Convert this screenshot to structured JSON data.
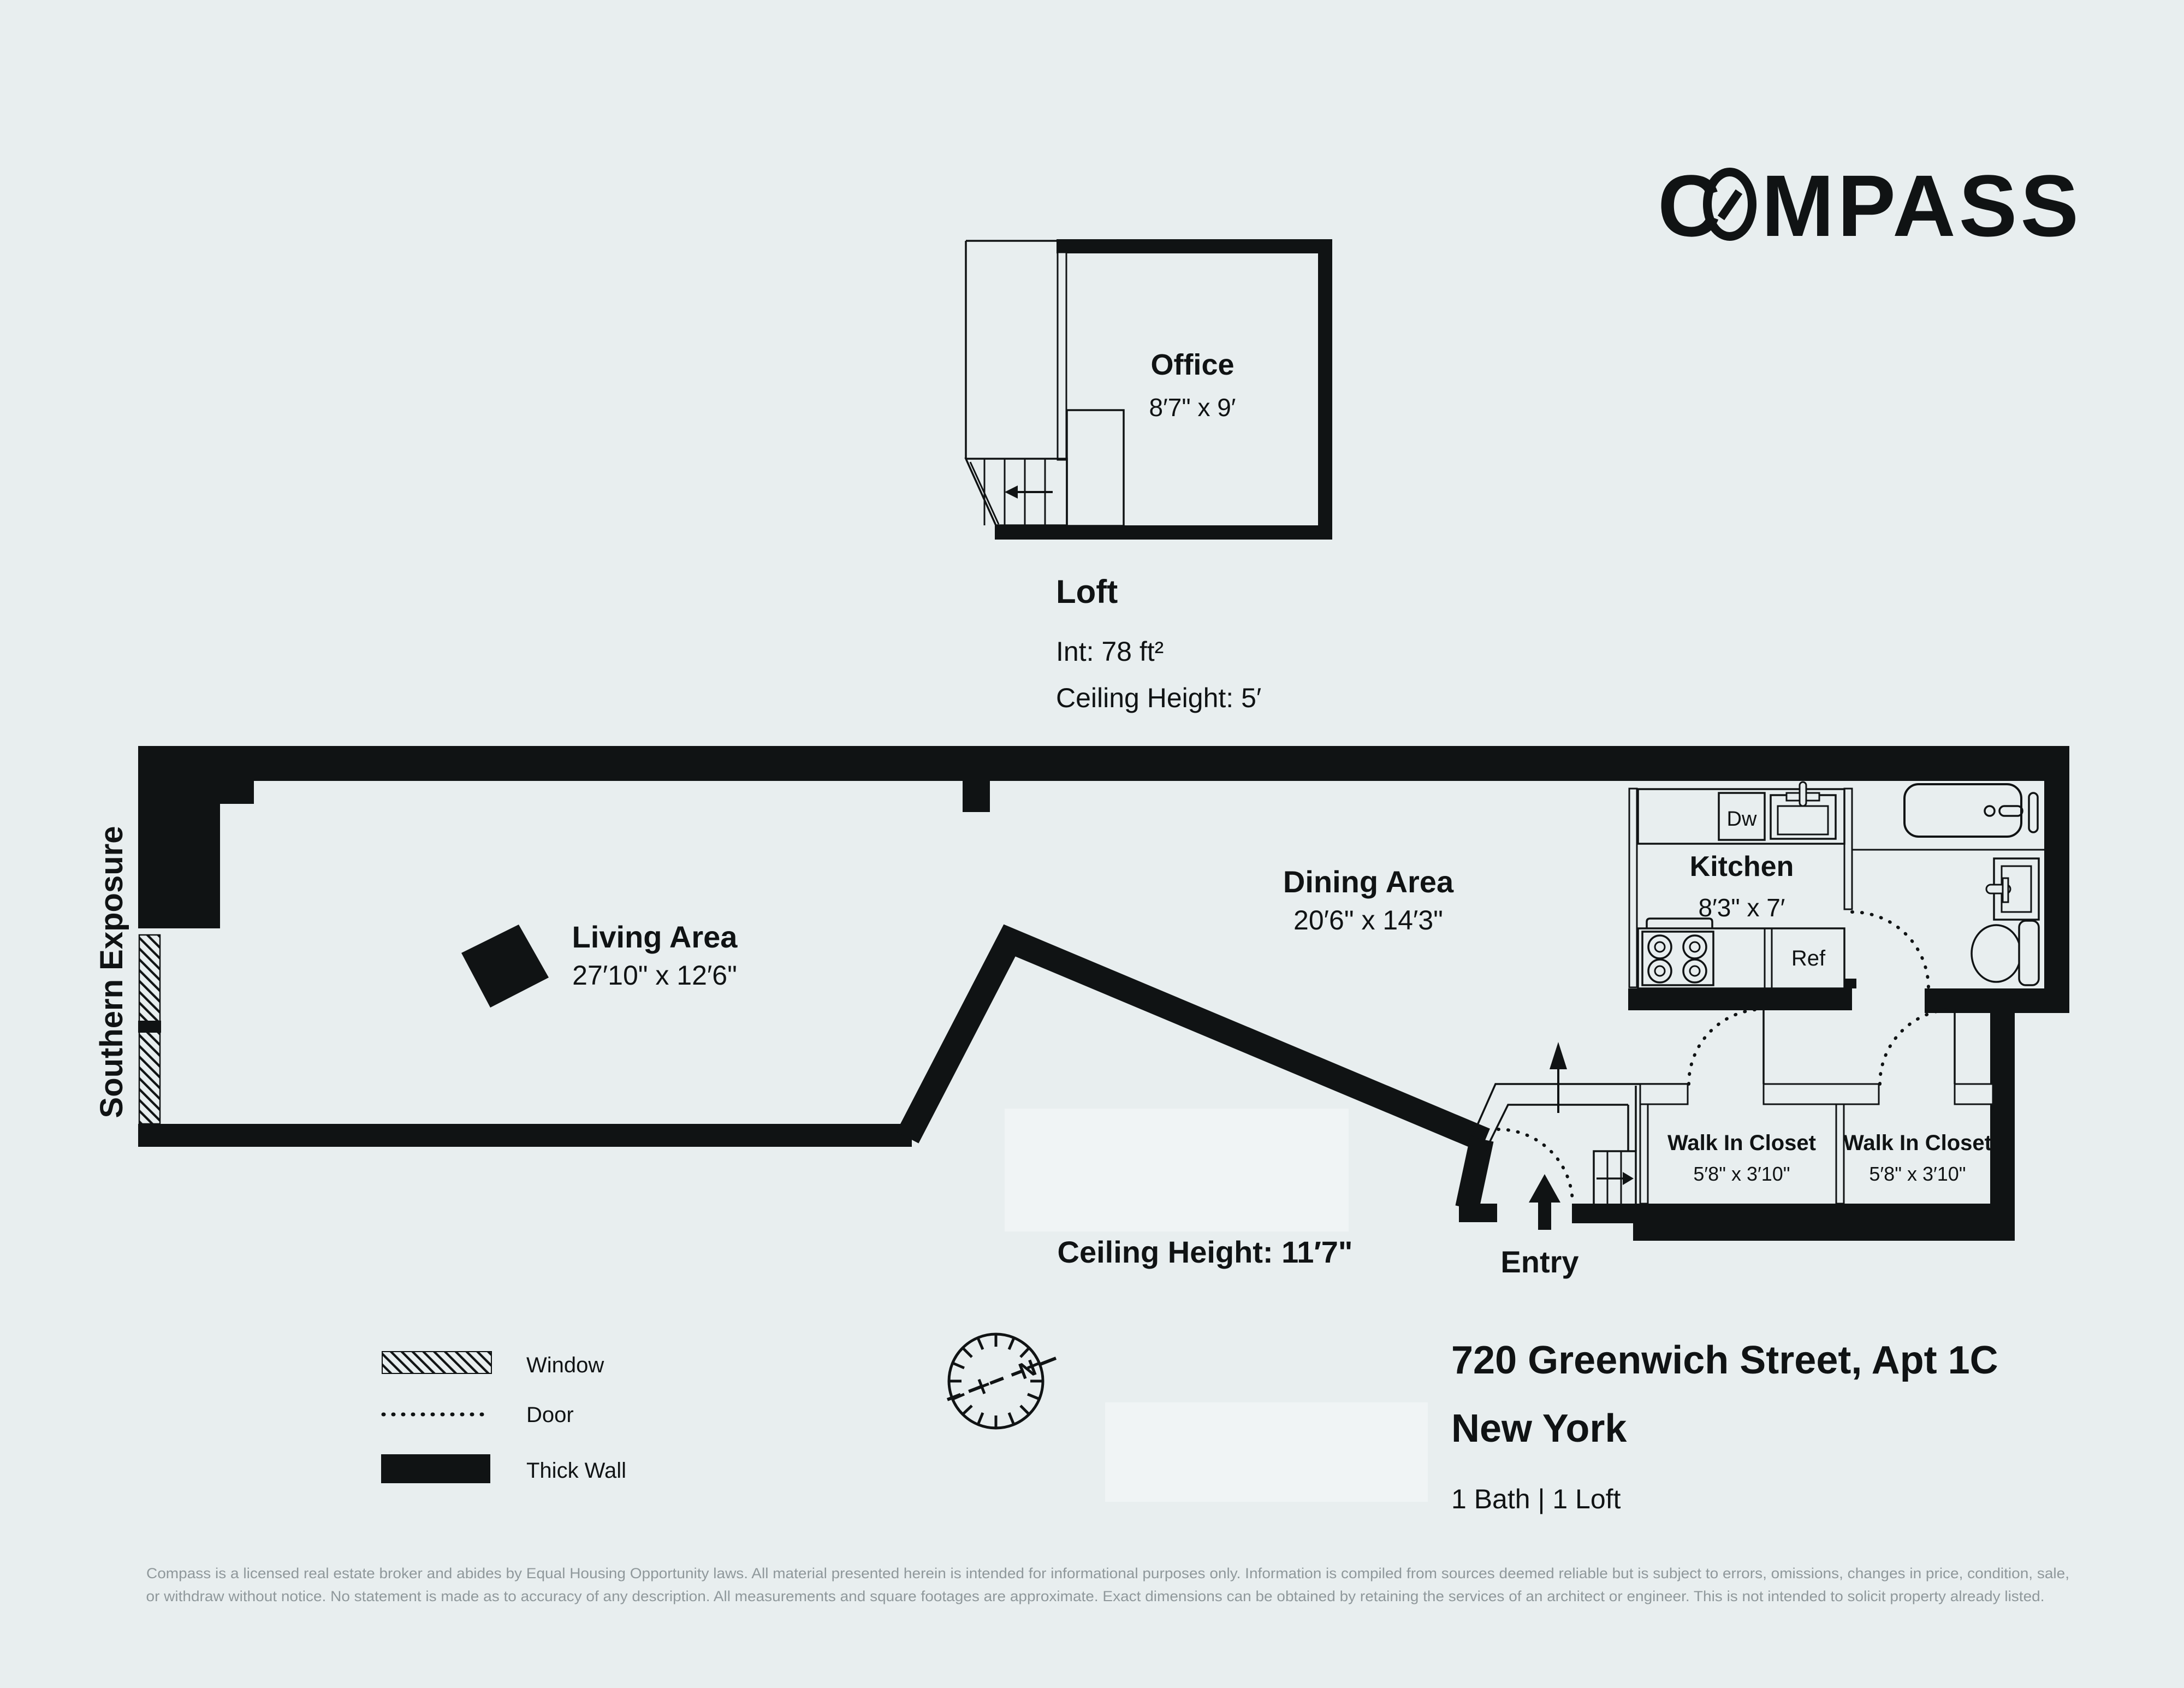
{
  "brand": {
    "logo_c": "C",
    "logo_rest": "MPASS"
  },
  "loft_plan": {
    "room_label": "Office",
    "room_dims": "8′7\" x 9′",
    "caption_title": "Loft",
    "caption_interior": "Int: 78 ft²",
    "caption_ceiling": "Ceiling Height: 5′"
  },
  "main_plan": {
    "exposure_label": "Southern Exposure",
    "living": {
      "label": "Living Area",
      "dims": "27′10\" x 12′6\""
    },
    "dining": {
      "label": "Dining Area",
      "dims": "20′6\" x 14′3\""
    },
    "kitchen": {
      "label": "Kitchen",
      "dims": "8′3\" x 7′",
      "dishwasher": "Dw",
      "refrigerator": "Ref"
    },
    "closet_left": {
      "label": "Walk In Closet",
      "dims": "5′8\" x 3′10\""
    },
    "closet_right": {
      "label": "Walk In Closet",
      "dims": "5′8\" x 3′10\""
    },
    "ceiling": "Ceiling Height: 11′7\"",
    "entry_label": "Entry",
    "compass_north": "N"
  },
  "legend": {
    "window": "Window",
    "door": "Door",
    "thick_wall": "Thick Wall"
  },
  "listing": {
    "address": "720 Greenwich Street, Apt 1C",
    "city": "New York",
    "summary": "1 Bath | 1 Loft"
  },
  "disclaimer": {
    "line1": "Compass is a licensed real estate broker and abides by Equal Housing Opportunity laws. All material presented herein is intended for informational purposes only. Information is compiled from sources deemed reliable but is subject to errors, omissions, changes in price, condition, sale,",
    "line2": "or withdraw without notice. No statement is made as to accuracy of any description. All measurements and square footages are approximate. Exact dimensions can be obtained by retaining the services of an architect or engineer. This is not intended to solicit property already listed."
  }
}
